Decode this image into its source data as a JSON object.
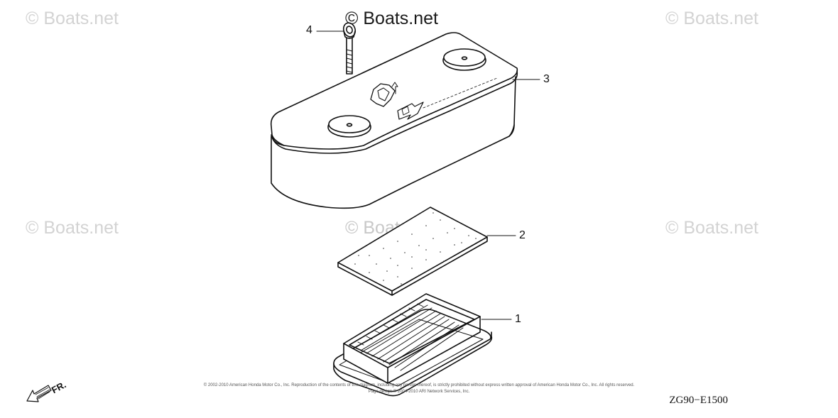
{
  "watermark": {
    "text": "© Boats.net",
    "color": "#d3d3d3"
  },
  "header_watermark": "© Boats.net",
  "callouts": [
    "1",
    "2",
    "3",
    "4"
  ],
  "direction_label": "FR.",
  "copyright": {
    "line1": "© 2002-2010 American Honda Motor Co., Inc. Reproduction of the contents of this diagram, including any portion thereof, is strictly prohibited without express written approval of American Honda Motor Co., Inc. All rights reserved.",
    "line2": "Page design © 2004-2010 ARI Network Services, Inc."
  },
  "diagram_code": "ZG90−E1500",
  "icons": [
    "air-cleaner-cover-icon",
    "foam-filter-icon",
    "paper-element-icon",
    "wing-bolt-icon",
    "front-arrow-icon"
  ]
}
